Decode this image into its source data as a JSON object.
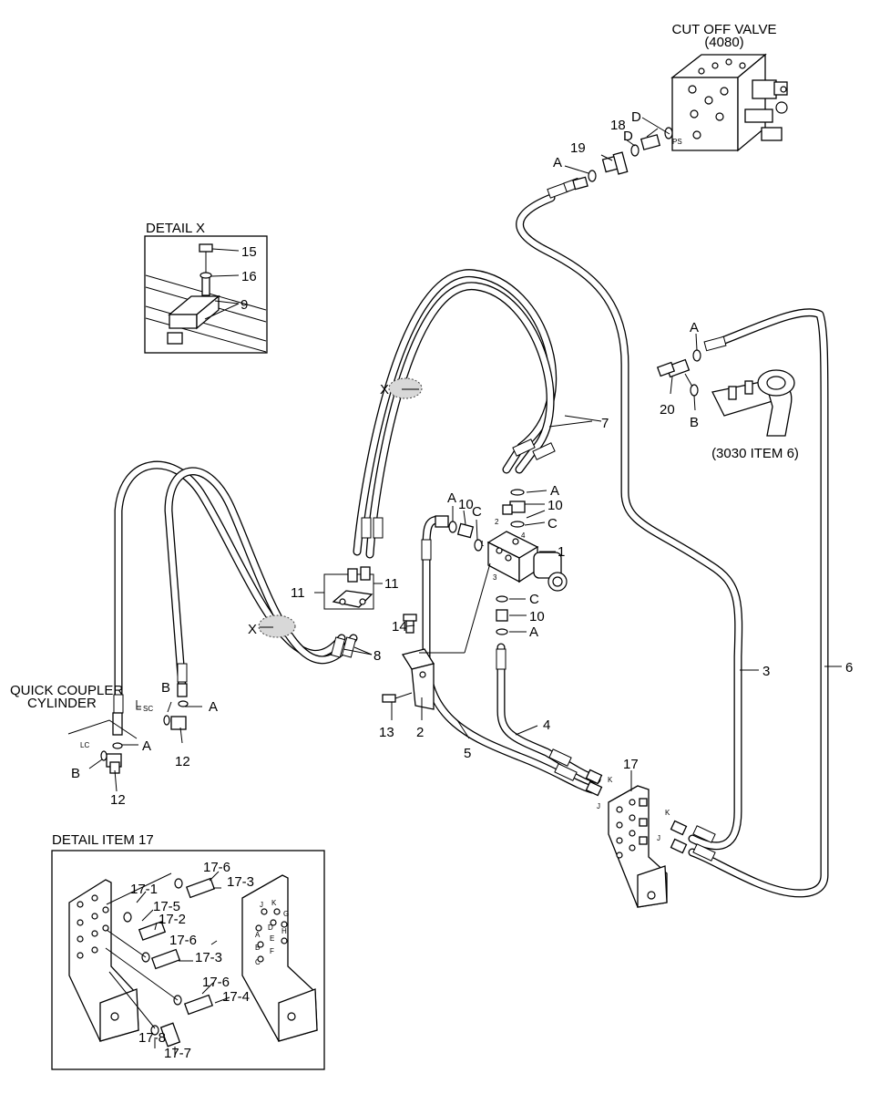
{
  "valve": {
    "title": "CUT OFF VALVE",
    "code": "(4080)",
    "port": "PS"
  },
  "detail_x": {
    "title": "DETAIL X"
  },
  "detail_17": {
    "title": "DETAIL ITEM 17"
  },
  "cylinder": {
    "line1": "QUICK COUPLER",
    "line2": "CYLINDER",
    "port_sc": "SC",
    "port_lc": "LC"
  },
  "ref_3030": "(3030 ITEM 6)",
  "letters": {
    "A": "A",
    "B": "B",
    "C": "C",
    "D": "D",
    "J": "J",
    "K": "K",
    "X": "X"
  },
  "block_ports": {
    "p1": "1",
    "p2": "2",
    "p3": "3",
    "p4": "4"
  },
  "plate_letters": {
    "j": "J",
    "k": "K",
    "g": "G",
    "a": "A",
    "b": "B",
    "c": "C",
    "d": "D",
    "e": "E",
    "f": "F",
    "h": "H"
  },
  "items": {
    "i1": "1",
    "i2": "2",
    "i3": "3",
    "i4": "4",
    "i5": "5",
    "i6": "6",
    "i7": "7",
    "i8": "8",
    "i9": "9",
    "i10": "10",
    "i11": "11",
    "i12": "12",
    "i13": "13",
    "i14": "14",
    "i15": "15",
    "i16": "16",
    "i17": "17",
    "i18": "18",
    "i19": "19",
    "i20": "20",
    "s17_1": "17-1",
    "s17_2": "17-2",
    "s17_3": "17-3",
    "s17_4": "17-4",
    "s17_5": "17-5",
    "s17_6": "17-6",
    "s17_7": "17-7",
    "s17_8": "17-8"
  }
}
